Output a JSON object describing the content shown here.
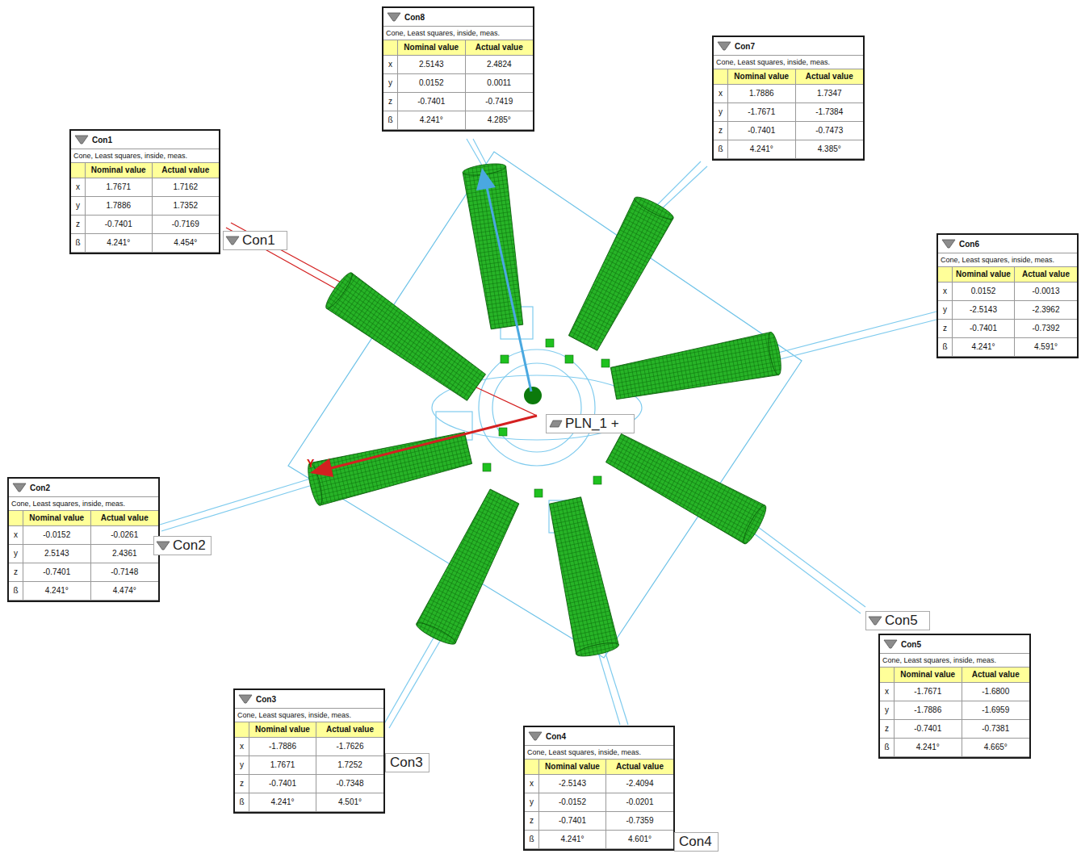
{
  "diagram": {
    "nodes": [
      {
        "text": [
          "Con8",
          "Cone, Least squares, inside, meas.",
          "Nominal value",
          "Actual value",
          "x",
          "2.5143",
          "2.4824",
          "y",
          "0.0152",
          "0.0011",
          "z",
          "-0.7401",
          "-0.7419",
          "ß",
          "4.241°",
          "4.285°"
        ]
      },
      {
        "text": [
          "Con7",
          "Cone, Least squares, inside, meas.",
          "Nominal value",
          "Actual value",
          "x",
          "1.7886",
          "1.7347",
          "y",
          "-1.7671",
          "-1.7384",
          "z",
          "-0.7401",
          "-0.7473",
          "ß",
          "4.241°",
          "4.385°"
        ]
      },
      {
        "text": [
          "Con1",
          "Cone, Least squares, inside, meas.",
          "Nominal value",
          "Actual value",
          "x",
          "1.7671",
          "1.7162",
          "y",
          "1.7886",
          "1.7352",
          "z",
          "-0.7401",
          "-0.7169",
          "ß",
          "4.241°",
          "4.454°"
        ]
      },
      {
        "text": [
          "Con1"
        ]
      },
      {
        "text": [
          "Con6",
          "Cone, Least squares, inside, meas.",
          "Nominal value",
          "Actual value",
          "x",
          "0.0152",
          "-0.0013",
          "y",
          "-2.5143",
          "-2.3962",
          "z",
          "-0.7401",
          "-0.7392",
          "ß",
          "4.241°",
          "4.591°"
        ]
      },
      {
        "text": [
          "PLN_1 +"
        ]
      },
      {
        "text": [
          "Con2",
          "Cone, Least squares, inside, meas.",
          "Nominal value",
          "Actual value",
          "x",
          "-0.0152",
          "-0.0261",
          "y",
          "2.5143",
          "2.4361",
          "z",
          "-0.7401",
          "-0.7148",
          "ß",
          "4.241°",
          "4.474°"
        ]
      },
      {
        "text": [
          "Con2"
        ]
      },
      {
        "text": [
          "Con5"
        ]
      },
      {
        "text": [
          "Con5",
          "Cone, Least squares, inside, meas.",
          "Nominal value",
          "Actual value",
          "x",
          "-1.7671",
          "-1.6800",
          "y",
          "-1.7886",
          "-1.6959",
          "z",
          "-0.7401",
          "-0.7381",
          "ß",
          "4.241°",
          "4.665°"
        ]
      },
      {
        "text": [
          "Con3",
          "Cone, Least squares, inside, meas.",
          "Nominal value",
          "Actual value",
          "x",
          "-1.7886",
          "-1.7626",
          "y",
          "1.7671",
          "1.7252",
          "z",
          "-0.7401",
          "-0.7348",
          "ß",
          "4.241°",
          "4.501°"
        ]
      },
      {
        "text": [
          "Con3"
        ]
      },
      {
        "text": [
          "Con4",
          "Cone, Least squares, inside, meas.",
          "Nominal value",
          "Actual value",
          "x",
          "-2.5143",
          "-2.4094",
          "y",
          "-0.0152",
          "-0.0201",
          "z",
          "-0.7401",
          "-0.7359",
          "ß",
          "4.241°",
          "4.601°"
        ]
      },
      {
        "text": [
          "Con4"
        ]
      }
    ],
    "labels": [
      "Y"
    ]
  }
}
